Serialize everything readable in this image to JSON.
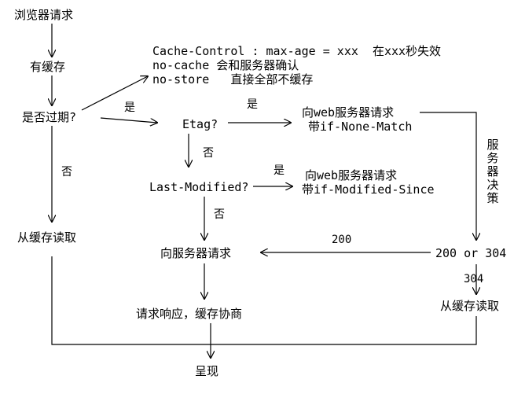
{
  "nodes": {
    "browser_request": "浏览器请求",
    "has_cache": "有缓存",
    "is_expired": "是否过期?",
    "read_cache_left": "从缓存读取",
    "etag": "Etag?",
    "last_modified": "Last-Modified?",
    "server_etag_line1": "向web服务器请求",
    "server_etag_line2": "带if-None-Match",
    "server_lm_line1": "向web服务器请求",
    "server_lm_line2": "带if-Modified-Since",
    "request_server": "向服务器请求",
    "response": "请求响应，缓存协商",
    "status_200_304": "200 or 304",
    "read_cache_right": "从缓存读取",
    "present": "呈现",
    "server_decides": "服务器决策"
  },
  "cache_control": {
    "line1": "Cache-Control : max-age = xxx  在xxx秒失效",
    "line2": "no-cache 会和服务器确认",
    "line3": "no-store   直接全部不缓存"
  },
  "edge_labels": {
    "yes_expired": "是",
    "yes_etag": "是",
    "yes_lm": "是",
    "no_expired": "否",
    "no_etag": "否",
    "no_lm": "否",
    "code_200": "200",
    "code_304": "304"
  }
}
